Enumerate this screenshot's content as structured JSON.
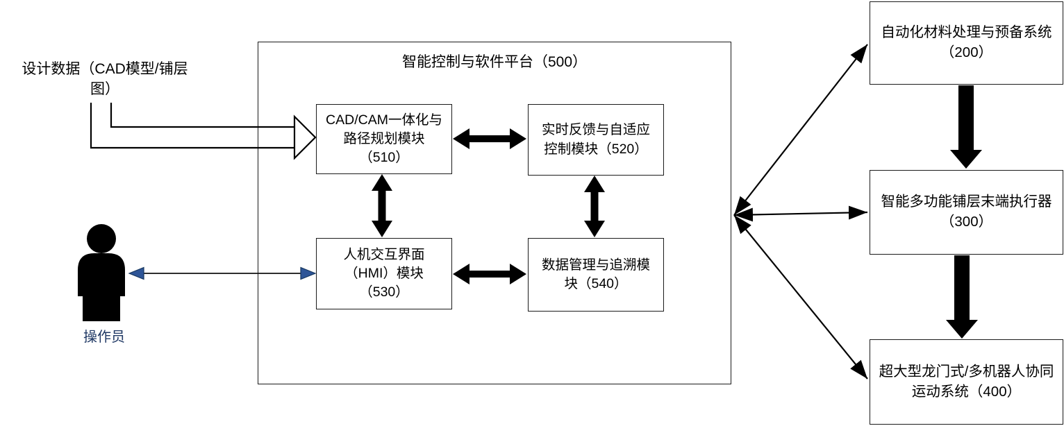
{
  "diagram": {
    "design_data": {
      "line1": "设计数据（CAD模型/铺层",
      "line2": "图）"
    },
    "platform": {
      "title": "智能控制与软件平台（500）",
      "modules": [
        {
          "id": "510",
          "lines": [
            "CAD/CAM一体化与",
            "路径规划模块",
            "（510）"
          ]
        },
        {
          "id": "520",
          "lines": [
            "实时反馈与自适应",
            "控制模块（520）"
          ]
        },
        {
          "id": "530",
          "lines": [
            "人机交互界面",
            "（HMI）模块",
            "（530）"
          ]
        },
        {
          "id": "540",
          "lines": [
            "数据管理与追溯模",
            "块（540）"
          ]
        }
      ]
    },
    "subsystems": [
      {
        "id": "200",
        "lines": [
          "自动化材料处理与预备系统",
          "（200）"
        ]
      },
      {
        "id": "300",
        "lines": [
          "智能多功能铺层末端执行器",
          "（300）"
        ]
      },
      {
        "id": "400",
        "lines": [
          "超大型龙门式/多机器人协同",
          "运动系统（400）"
        ]
      }
    ],
    "operator": {
      "label": "操作员",
      "icon": "person-silhouette-icon"
    },
    "colors": {
      "line_black": "#000000",
      "arrowhead_blue": "#2E5597",
      "operator_label_blue": "#1F3864",
      "background": "#FFFFFF"
    }
  }
}
